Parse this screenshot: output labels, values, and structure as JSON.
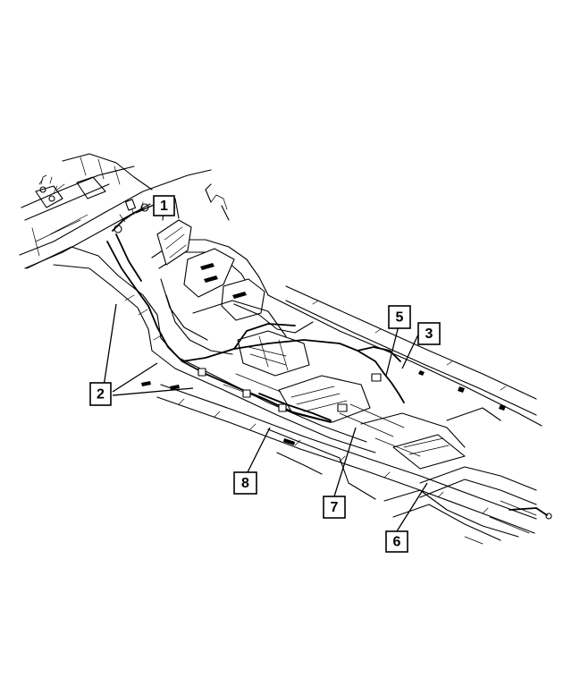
{
  "callouts": [
    {
      "id": "1",
      "label": "1"
    },
    {
      "id": "2",
      "label": "2"
    },
    {
      "id": "3",
      "label": "3"
    },
    {
      "id": "5",
      "label": "5"
    },
    {
      "id": "6",
      "label": "6"
    },
    {
      "id": "7",
      "label": "7"
    },
    {
      "id": "8",
      "label": "8"
    }
  ]
}
